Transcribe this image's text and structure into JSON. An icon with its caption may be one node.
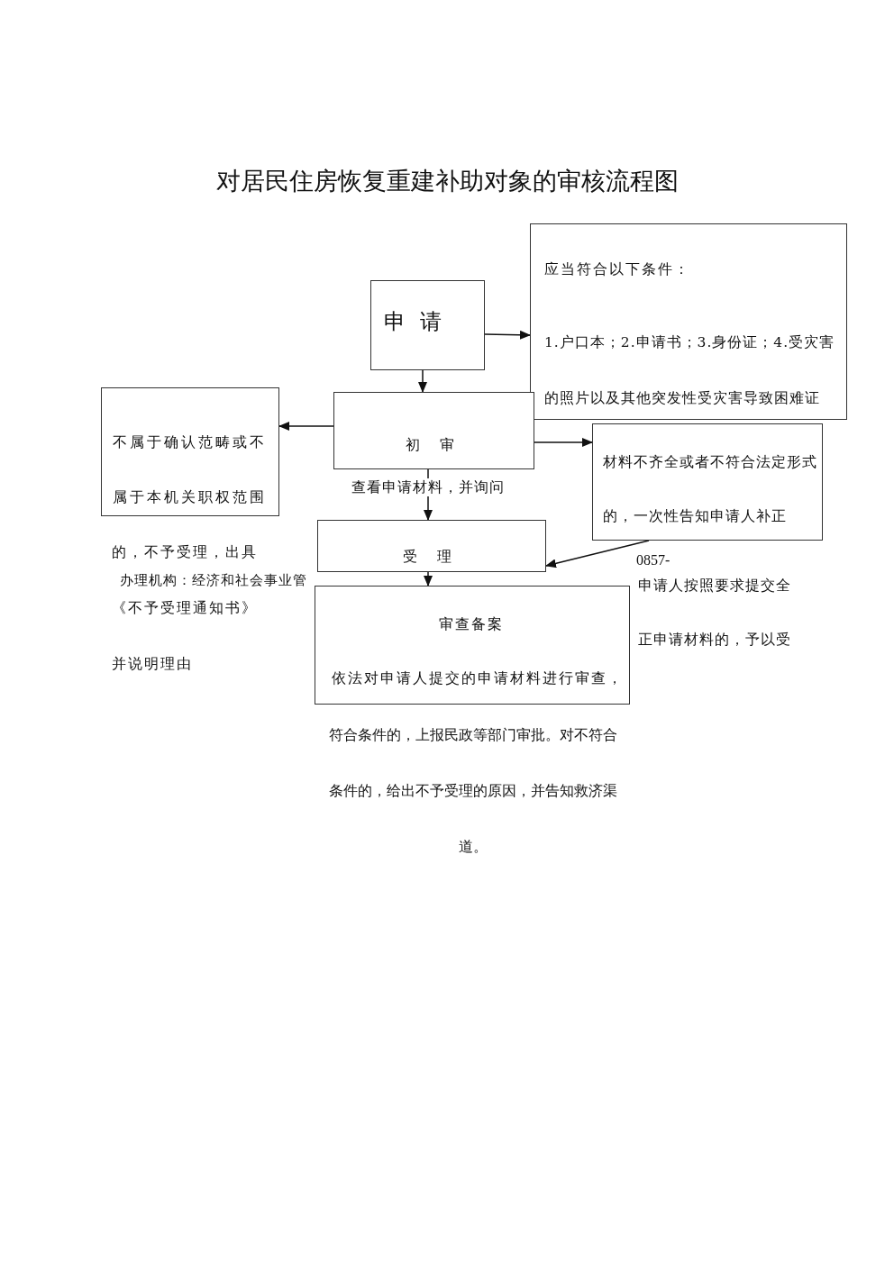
{
  "diagram": {
    "title": "对居民住房恢复重建补助对象的审核流程图",
    "nodes": [
      {
        "text": [
          "申 请"
        ]
      },
      {
        "text": [
          "应当符合以下条件：",
          "1.户口本；2.申请书；3.身份证；4.受灾害的照片以及其他突发性受灾害导致困难证"
        ]
      },
      {
        "text": [
          "初 审"
        ]
      },
      {
        "text": [
          "不属于确认范畴或不属于本机关职权范围"
        ],
        "beside": [
          "的，不予受理，出具《不予受理通知书》并说明理由"
        ]
      },
      {
        "text": [
          "材料不齐全或者不符合法定形式的，一次性告知申请人补正"
        ]
      },
      {
        "text": [
          "受 理"
        ]
      },
      {
        "text": [
          "审查备案",
          "依法对申请人提交的申请材料进行审查，"
        ],
        "beside": [
          "符合条件的，上报民政等部门审批。对不符合条件的，给出不予受理的原因，并告知救济渠道。"
        ]
      }
    ],
    "edges": [
      {
        "from": 0,
        "to": 1,
        "arrow": "to"
      },
      {
        "from": 0,
        "to": 2,
        "arrow": "to"
      },
      {
        "from": 2,
        "to": 3,
        "arrow": "to"
      },
      {
        "from": 2,
        "to": 4,
        "arrow": "to"
      },
      {
        "from": 2,
        "to": 5,
        "arrow": "to",
        "label": "查看申请材料，并询问"
      },
      {
        "from": 5,
        "to": 6,
        "arrow": "to"
      },
      {
        "from": 4,
        "to": 5,
        "arrow": "to"
      }
    ],
    "labels": [
      "办理机构：经济和社会事业管",
      "0857-",
      "申请人按照要求提交全",
      "正申请材料的，予以受"
    ]
  }
}
